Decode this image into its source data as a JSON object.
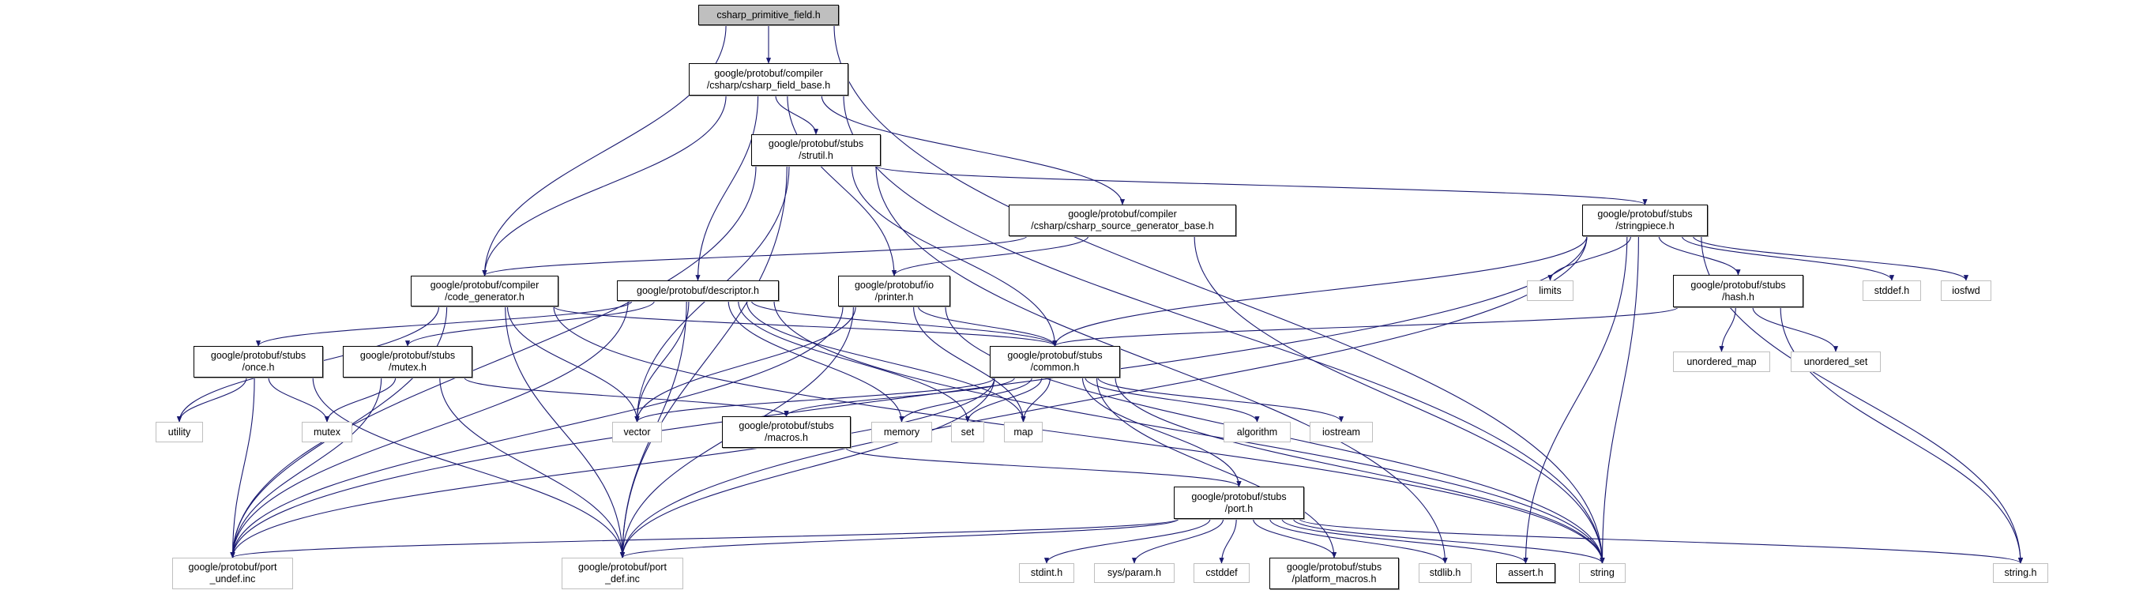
{
  "graph": {
    "edge_color": "#191970",
    "root_fill": "#bfbfbf",
    "nodes": {
      "root": {
        "label": "csharp_primitive_field.h",
        "kind": "root"
      },
      "field_base": {
        "label": "google/protobuf/compiler\n/csharp/csharp_field_base.h",
        "kind": "doc"
      },
      "strutil": {
        "label": "google/protobuf/stubs\n/strutil.h",
        "kind": "doc"
      },
      "srcgen": {
        "label": "google/protobuf/compiler\n/csharp/csharp_source_generator_base.h",
        "kind": "doc"
      },
      "stringpiece": {
        "label": "google/protobuf/stubs\n/stringpiece.h",
        "kind": "doc"
      },
      "code_generator": {
        "label": "google/protobuf/compiler\n/code_generator.h",
        "kind": "doc"
      },
      "descriptor": {
        "label": "google/protobuf/descriptor.h",
        "kind": "doc"
      },
      "printer": {
        "label": "google/protobuf/io\n/printer.h",
        "kind": "doc"
      },
      "once": {
        "label": "google/protobuf/stubs\n/once.h",
        "kind": "doc"
      },
      "mutex_h": {
        "label": "google/protobuf/stubs\n/mutex.h",
        "kind": "doc"
      },
      "common": {
        "label": "google/protobuf/stubs\n/common.h",
        "kind": "doc"
      },
      "hash": {
        "label": "google/protobuf/stubs\n/hash.h",
        "kind": "doc"
      },
      "macros": {
        "label": "google/protobuf/stubs\n/macros.h",
        "kind": "doc"
      },
      "port": {
        "label": "google/protobuf/stubs\n/port.h",
        "kind": "doc"
      },
      "platform_macros": {
        "label": "google/protobuf/stubs\n/platform_macros.h",
        "kind": "doc"
      },
      "assert": {
        "label": "assert.h",
        "kind": "doc"
      },
      "utility": {
        "label": "utility",
        "kind": "ext"
      },
      "mutex": {
        "label": "mutex",
        "kind": "ext"
      },
      "vector": {
        "label": "vector",
        "kind": "ext"
      },
      "memory": {
        "label": "memory",
        "kind": "ext"
      },
      "set": {
        "label": "set",
        "kind": "ext"
      },
      "map": {
        "label": "map",
        "kind": "ext"
      },
      "algorithm": {
        "label": "algorithm",
        "kind": "ext"
      },
      "iostream": {
        "label": "iostream",
        "kind": "ext"
      },
      "limits": {
        "label": "limits",
        "kind": "ext"
      },
      "stddef": {
        "label": "stddef.h",
        "kind": "ext"
      },
      "iosfwd": {
        "label": "iosfwd",
        "kind": "ext"
      },
      "unordered_map": {
        "label": "unordered_map",
        "kind": "ext"
      },
      "unordered_set": {
        "label": "unordered_set",
        "kind": "ext"
      },
      "port_undef": {
        "label": "google/protobuf/port\n_undef.inc",
        "kind": "ext"
      },
      "port_def": {
        "label": "google/protobuf/port\n_def.inc",
        "kind": "ext"
      },
      "stdint": {
        "label": "stdint.h",
        "kind": "ext"
      },
      "sysparam": {
        "label": "sys/param.h",
        "kind": "ext"
      },
      "cstddef": {
        "label": "cstddef",
        "kind": "ext"
      },
      "stdlib": {
        "label": "stdlib.h",
        "kind": "ext"
      },
      "string": {
        "label": "string",
        "kind": "ext"
      },
      "string_h": {
        "label": "string.h",
        "kind": "ext"
      }
    },
    "edges": [
      [
        "root",
        "field_base"
      ],
      [
        "root",
        "code_generator"
      ],
      [
        "root",
        "string"
      ],
      [
        "field_base",
        "code_generator"
      ],
      [
        "field_base",
        "descriptor"
      ],
      [
        "field_base",
        "strutil"
      ],
      [
        "field_base",
        "printer"
      ],
      [
        "field_base",
        "srcgen"
      ],
      [
        "field_base",
        "string"
      ],
      [
        "strutil",
        "port_undef"
      ],
      [
        "strutil",
        "port_def"
      ],
      [
        "strutil",
        "vector"
      ],
      [
        "strutil",
        "stdlib"
      ],
      [
        "strutil",
        "stringpiece"
      ],
      [
        "strutil",
        "common"
      ],
      [
        "srcgen",
        "code_generator"
      ],
      [
        "srcgen",
        "printer"
      ],
      [
        "srcgen",
        "string"
      ],
      [
        "stringpiece",
        "port_undef"
      ],
      [
        "stringpiece",
        "port_def"
      ],
      [
        "stringpiece",
        "common"
      ],
      [
        "stringpiece",
        "limits"
      ],
      [
        "stringpiece",
        "hash"
      ],
      [
        "stringpiece",
        "stddef"
      ],
      [
        "stringpiece",
        "iosfwd"
      ],
      [
        "stringpiece",
        "string"
      ],
      [
        "stringpiece",
        "string_h"
      ],
      [
        "stringpiece",
        "assert"
      ],
      [
        "hash",
        "common"
      ],
      [
        "hash",
        "unordered_map"
      ],
      [
        "hash",
        "unordered_set"
      ],
      [
        "hash",
        "string_h"
      ],
      [
        "code_generator",
        "vector"
      ],
      [
        "code_generator",
        "port_def"
      ],
      [
        "code_generator",
        "port_undef"
      ],
      [
        "code_generator",
        "utility"
      ],
      [
        "code_generator",
        "common"
      ],
      [
        "code_generator",
        "string"
      ],
      [
        "descriptor",
        "once"
      ],
      [
        "descriptor",
        "mutex_h"
      ],
      [
        "descriptor",
        "vector"
      ],
      [
        "descriptor",
        "port_def"
      ],
      [
        "descriptor",
        "port_undef"
      ],
      [
        "descriptor",
        "memory"
      ],
      [
        "descriptor",
        "set"
      ],
      [
        "descriptor",
        "map"
      ],
      [
        "descriptor",
        "common"
      ],
      [
        "descriptor",
        "string"
      ],
      [
        "printer",
        "vector"
      ],
      [
        "printer",
        "map"
      ],
      [
        "printer",
        "common"
      ],
      [
        "printer",
        "port_def"
      ],
      [
        "printer",
        "port_undef"
      ],
      [
        "printer",
        "string"
      ],
      [
        "once",
        "utility"
      ],
      [
        "once",
        "mutex"
      ],
      [
        "once",
        "port_undef"
      ],
      [
        "once",
        "port_def"
      ],
      [
        "mutex_h",
        "mutex"
      ],
      [
        "mutex_h",
        "port_undef"
      ],
      [
        "mutex_h",
        "port_def"
      ],
      [
        "mutex_h",
        "macros"
      ],
      [
        "common",
        "vector"
      ],
      [
        "common",
        "macros"
      ],
      [
        "common",
        "memory"
      ],
      [
        "common",
        "set"
      ],
      [
        "common",
        "map"
      ],
      [
        "common",
        "algorithm"
      ],
      [
        "common",
        "iostream"
      ],
      [
        "common",
        "port"
      ],
      [
        "common",
        "platform_macros"
      ],
      [
        "common",
        "port_undef"
      ],
      [
        "common",
        "port_def"
      ],
      [
        "common",
        "string"
      ],
      [
        "macros",
        "port"
      ],
      [
        "port",
        "port_undef"
      ],
      [
        "port",
        "port_def"
      ],
      [
        "port",
        "stdint"
      ],
      [
        "port",
        "sysparam"
      ],
      [
        "port",
        "cstddef"
      ],
      [
        "port",
        "platform_macros"
      ],
      [
        "port",
        "stdlib"
      ],
      [
        "port",
        "assert"
      ],
      [
        "port",
        "string"
      ],
      [
        "port",
        "string_h"
      ]
    ]
  }
}
